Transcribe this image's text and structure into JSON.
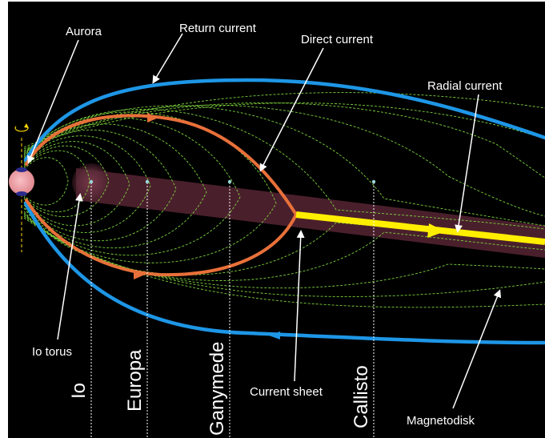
{
  "labels": {
    "aurora": "Aurora",
    "return_current": "Return current",
    "direct_current": "Direct current",
    "radial_current": "Radial current",
    "io_torus": "Io torus",
    "current_sheet": "Current sheet",
    "magnetodisk": "Magnetodisk"
  },
  "moons": {
    "io": "Io",
    "europa": "Europa",
    "ganymede": "Ganymede",
    "callisto": "Callisto"
  },
  "colors": {
    "background": "#000000",
    "return_current": "#1e96e6",
    "direct_current": "#e8703a",
    "radial_current": "#ffee00",
    "field_lines": "#7cd23c",
    "magnetodisk": "#4a1f2c",
    "planet": "#f0a0a8",
    "aurora": "#2a2a8a"
  }
}
